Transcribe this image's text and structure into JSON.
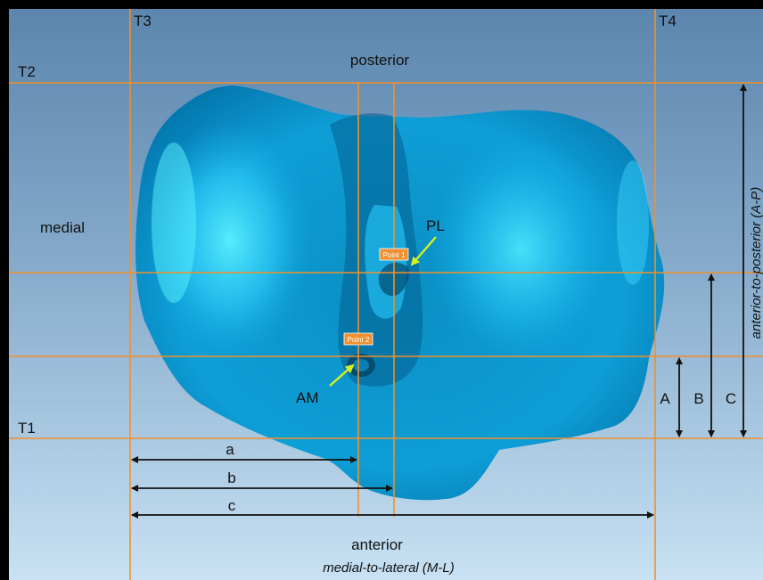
{
  "reference_lines": {
    "t1": "T1",
    "t2": "T2",
    "t3": "T3",
    "t4": "T4"
  },
  "orientation": {
    "posterior": "posterior",
    "anterior": "anterior",
    "medial": "medial",
    "ml_axis": "medial-to-lateral (M-L)",
    "ap_axis": "anterior-to-posterior (A-P)"
  },
  "points": {
    "point1_tag": "Point 1",
    "point2_tag": "Point 2",
    "pl": "PL",
    "am": "AM"
  },
  "measurements": {
    "a": "a",
    "b": "b",
    "c": "c",
    "A": "A",
    "B": "B",
    "C": "C"
  },
  "colors": {
    "guide_line": "#F0902A",
    "surface": "#00AEEF",
    "surface_highlight": "#49E6FF",
    "surface_shadow": "#005F8C",
    "background_top": "#5C86AE",
    "background_bottom": "#C5DFF2",
    "arrow_marker": "#D4F020",
    "tag_fill": "#F09030"
  }
}
